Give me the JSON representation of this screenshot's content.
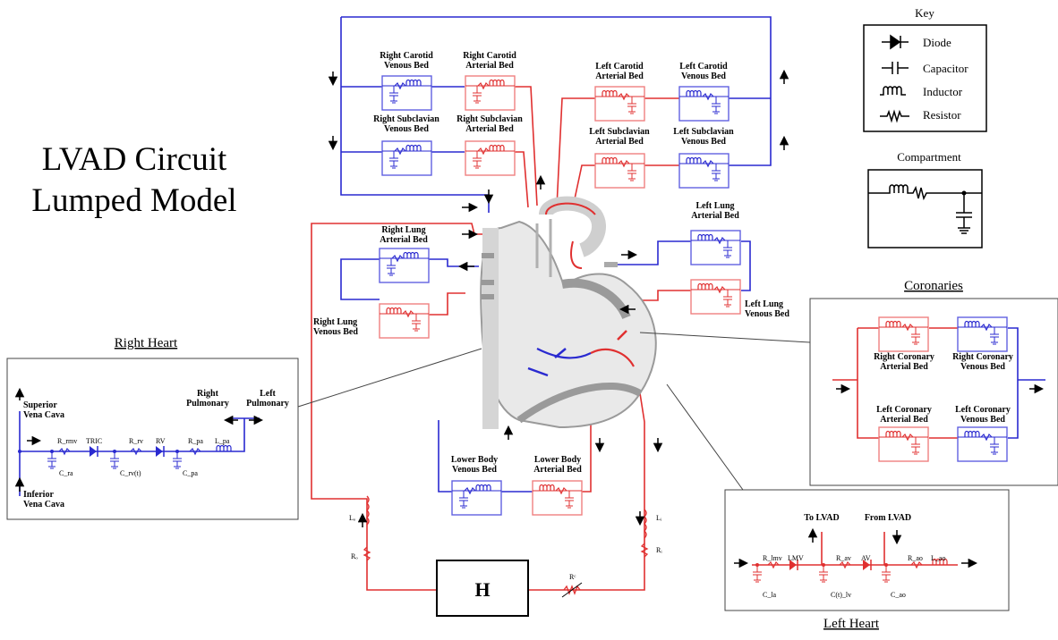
{
  "title": {
    "line1": "LVAD Circuit",
    "line2": "Lumped Model"
  },
  "key": {
    "title": "Key",
    "items": [
      {
        "icon": "diode-icon",
        "label": "Diode"
      },
      {
        "icon": "capacitor-icon",
        "label": "Capacitor"
      },
      {
        "icon": "inductor-icon",
        "label": "Inductor"
      },
      {
        "icon": "resistor-icon",
        "label": "Resistor"
      }
    ]
  },
  "compartment": {
    "title": "Compartment"
  },
  "beds": {
    "right_carotid_venous": [
      "Right Carotid",
      "Venous Bed"
    ],
    "right_carotid_arterial": [
      "Right Carotid",
      "Arterial Bed"
    ],
    "left_carotid_arterial": [
      "Left Carotid",
      "Arterial Bed"
    ],
    "left_carotid_venous": [
      "Left Carotid",
      "Venous Bed"
    ],
    "right_subclavian_venous": [
      "Right Subclavian",
      "Venous Bed"
    ],
    "right_subclavian_arterial": [
      "Right Subclavian",
      "Arterial Bed"
    ],
    "left_subclavian_arterial": [
      "Left Subclavian",
      "Arterial Bed"
    ],
    "left_subclavian_venous": [
      "Left Subclavian",
      "Venous Bed"
    ],
    "right_lung_arterial": [
      "Right Lung",
      "Arterial Bed"
    ],
    "right_lung_venous": [
      "Right Lung",
      "Venous Bed"
    ],
    "left_lung_arterial": [
      "Left Lung",
      "Arterial Bed"
    ],
    "left_lung_venous": [
      "Left Lung",
      "Venous Bed"
    ],
    "lower_body_venous": [
      "Lower Body",
      "Venous Bed"
    ],
    "lower_body_arterial": [
      "Lower Body",
      "Arterial Bed"
    ]
  },
  "coronaries": {
    "title": "Coronaries",
    "right_arterial": [
      "Right Coronary",
      "Arterial Bed"
    ],
    "right_venous": [
      "Right Coronary",
      "Venous Bed"
    ],
    "left_arterial": [
      "Left Coronary",
      "Arterial Bed"
    ],
    "left_venous": [
      "Left Coronary",
      "Venous Bed"
    ]
  },
  "right_heart": {
    "title": "Right Heart",
    "superior": [
      "Superior",
      "Vena Cava"
    ],
    "inferior": [
      "Inferior",
      "Vena Cava"
    ],
    "right_pulmonary": [
      "Right",
      "Pulmonary"
    ],
    "left_pulmonary": [
      "Left",
      "Pulmonary"
    ],
    "components": {
      "r_rmv": "R_rmv",
      "tric": "TRIC",
      "r_rv": "R_rv",
      "rv": "RV",
      "r_pa": "R_pa",
      "l_pa": "L_pa",
      "c_ra": "C_ra",
      "c_rv": "C_rv(t)",
      "c_pa": "C_pa"
    }
  },
  "left_heart": {
    "title": "Left Heart",
    "to_lvad": "To LVAD",
    "from_lvad": "From LVAD",
    "components": {
      "r_lmv": "R_lmv",
      "lmv": "LMV",
      "r_av": "R_av",
      "av": "AV",
      "r_ao": "R_ao",
      "l_ao": "L_ao",
      "c_la": "C_la",
      "c_lv": "C(t)_lv",
      "c_ao": "C_ao"
    }
  },
  "lvad": {
    "pump": "H",
    "lo": "Lₒ",
    "ro": "Rₒ",
    "li": "Lᵢ",
    "ri": "Rᵢ",
    "rc": "Rᶜ"
  },
  "colors": {
    "arterial": "#e03030",
    "venous": "#2a2ad0",
    "arterial_box": "#f08080",
    "venous_box": "#6060e0"
  }
}
